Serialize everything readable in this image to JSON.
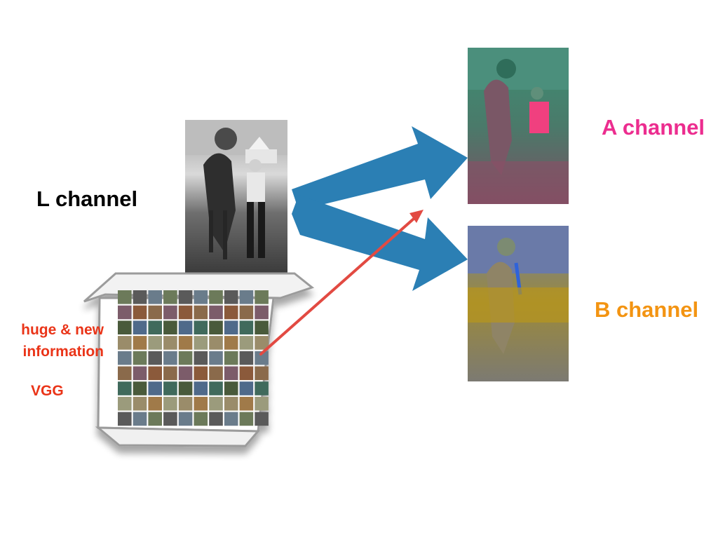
{
  "labels": {
    "l_channel": "L channel",
    "a_channel": "A channel",
    "b_channel": "B channel",
    "huge_info_line1": "huge & new",
    "huge_info_line2": "information",
    "vgg": "VGG"
  },
  "colors": {
    "l_label": "#000000",
    "a_label": "#ec2d8f",
    "b_label": "#f39412",
    "vgg_text": "#ea3418",
    "arrow_blue": "#2b7fb4",
    "pointer_red": "#e24a42",
    "a_panel_bg": "#3f7d69",
    "b_panel_bg": "#8a8262",
    "gray_panel_bg": "#6b6b6b"
  },
  "images": {
    "l_image": "grayscale-horse-photo",
    "a_image": "a-channel-horse-photo",
    "b_image": "b-channel-horse-photo",
    "dataset": "image-dataset-grid"
  }
}
